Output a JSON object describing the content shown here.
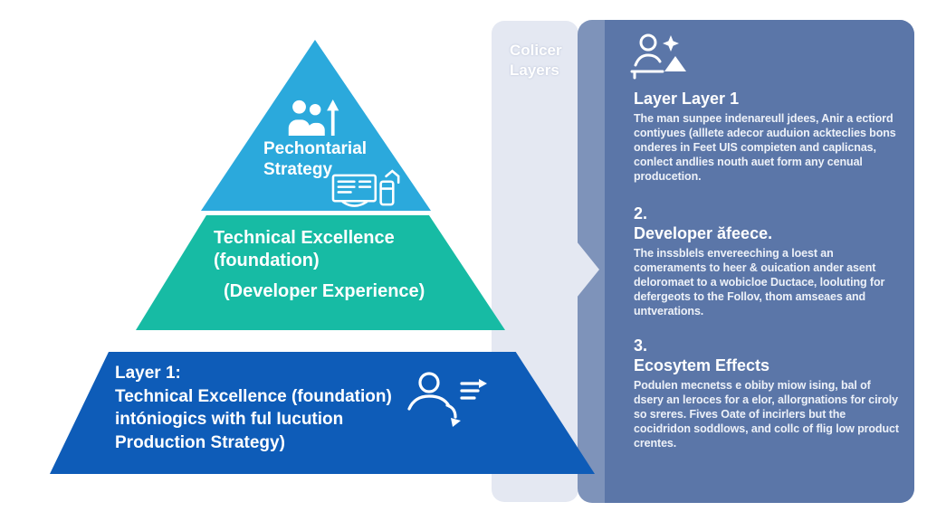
{
  "diagram": {
    "pyramid": {
      "tier1": {
        "label": "Pechontarial\nStrategy",
        "color": "#2BA9DC",
        "icons": [
          "people-growth-icon",
          "devices-icon"
        ]
      },
      "tier2": {
        "label_primary": "Technical Excellence\n(foundation)",
        "label_secondary": "(Developer Experience)",
        "color": "#17BBA4"
      },
      "tier3": {
        "label": "Layer 1:\nTechnical Excellence (foundation)\nintóniogics with ful Iucution\nProduction Strategy)",
        "color": "#0E5CB8",
        "icons": [
          "mentor-arrow-icon",
          "task-list-arrow-icon"
        ]
      }
    },
    "side_panel": {
      "caption": "Colicer\nLayers",
      "icon": "person-sparkle-mountain-icon",
      "colors": {
        "caption_panel": "#E4E8F2",
        "strip": "#7E93BA",
        "main": "#5B76A8",
        "chevron": "#E4E8F2"
      },
      "sections": [
        {
          "number": "",
          "title": "Layer Layer 1",
          "body": "The man sunpee indenareull jdees, Anir a ectiord contiyues (alllete adecor auduion ackteclies bons onderes in Feet UIS compieten and caplicnas, conlect andlies nouth auet form any cenual producetion."
        },
        {
          "number": "2.",
          "title": "Developer ăfeece.",
          "body": "The inssblels envereeching a loest an comeraments to heer & ouication ander asent deloromaet to a wobicloe Ductace, looluting for defergeots to the Follov, thom amseaes and untverations."
        },
        {
          "number": "3.",
          "title": "Ecosytem Effects",
          "body": "Podulen mecnetss e obiby miow ising, bal of dsery an leroces for a elor, allorgnations for ciroly so sreres. Fives Oate of incirlers but the cocidridon soddlows, and collc of flig low product crentes."
        }
      ]
    }
  }
}
